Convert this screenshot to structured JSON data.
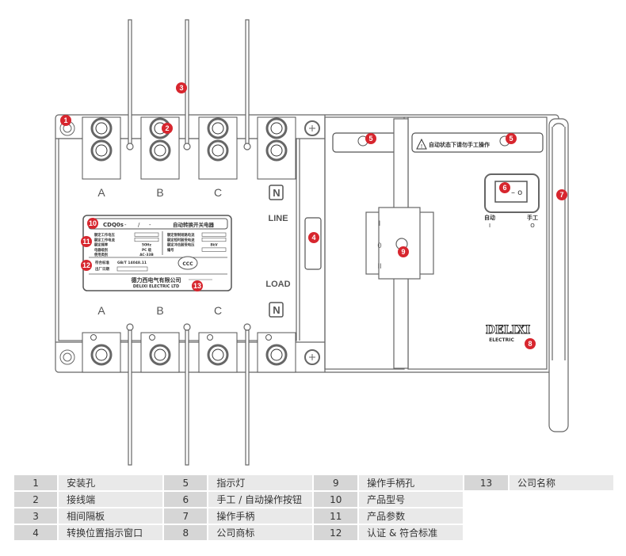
{
  "diagram": {
    "title": "DELIXI CDQ0s automatic transfer switch component diagram",
    "terminal_labels_top": [
      "A",
      "B",
      "C",
      "N"
    ],
    "terminal_labels_bottom": [
      "A",
      "B",
      "C",
      "N"
    ],
    "line_label": "LINE",
    "load_label": "LOAD",
    "warning_text": "自动状态下请勿手工操作",
    "switch_labels": {
      "auto": "自动",
      "auto_symbol": "I",
      "manual": "手工",
      "manual_symbol": "O"
    },
    "handle_positions": [
      "I",
      "0",
      "II"
    ],
    "brand": {
      "name": "DELIXI",
      "sub": "ELECTRIC"
    },
    "nameplate": {
      "model": "CDQ0s",
      "sep1": "-",
      "sep2": "/",
      "sep3": "-",
      "product_name": "自动转换开关电器",
      "left_fields": [
        "额定工作电压",
        "额定工作电流",
        "额定频率",
        "电器级别",
        "使用类别"
      ],
      "left_values": [
        "",
        "",
        "50Hz",
        "PC 级",
        "AC-33B"
      ],
      "right_fields": [
        "额定限制短路电流",
        "额定短时耐受电流",
        "额定冲击耐受电压",
        "编号"
      ],
      "right_values": [
        "",
        "",
        "8kV",
        ""
      ],
      "standard_label": "符合标准",
      "standard_value": "GB/T 14048.11",
      "date_label": "出厂日期",
      "cert_mark": "CCC",
      "company_cn": "德力西电气有限公司",
      "company_en": "DELIXI ELECTRIC LTD"
    },
    "callouts": [
      "1",
      "2",
      "3",
      "4",
      "5",
      "5",
      "6",
      "7",
      "8",
      "9",
      "10",
      "11",
      "12",
      "13"
    ]
  },
  "legend": [
    [
      {
        "num": "1",
        "text": "安装孔"
      },
      {
        "num": "5",
        "text": "指示灯"
      },
      {
        "num": "9",
        "text": "操作手柄孔"
      },
      {
        "num": "13",
        "text": "公司名称"
      }
    ],
    [
      {
        "num": "2",
        "text": "接线端"
      },
      {
        "num": "6",
        "text": "手工 / 自动操作按钮"
      },
      {
        "num": "10",
        "text": "产品型号"
      }
    ],
    [
      {
        "num": "3",
        "text": "相间隔板"
      },
      {
        "num": "7",
        "text": "操作手柄"
      },
      {
        "num": "11",
        "text": "产品参数"
      }
    ],
    [
      {
        "num": "4",
        "text": "转换位置指示窗口"
      },
      {
        "num": "8",
        "text": "公司商标"
      },
      {
        "num": "12",
        "text": "认证 & 符合标准"
      }
    ]
  ]
}
